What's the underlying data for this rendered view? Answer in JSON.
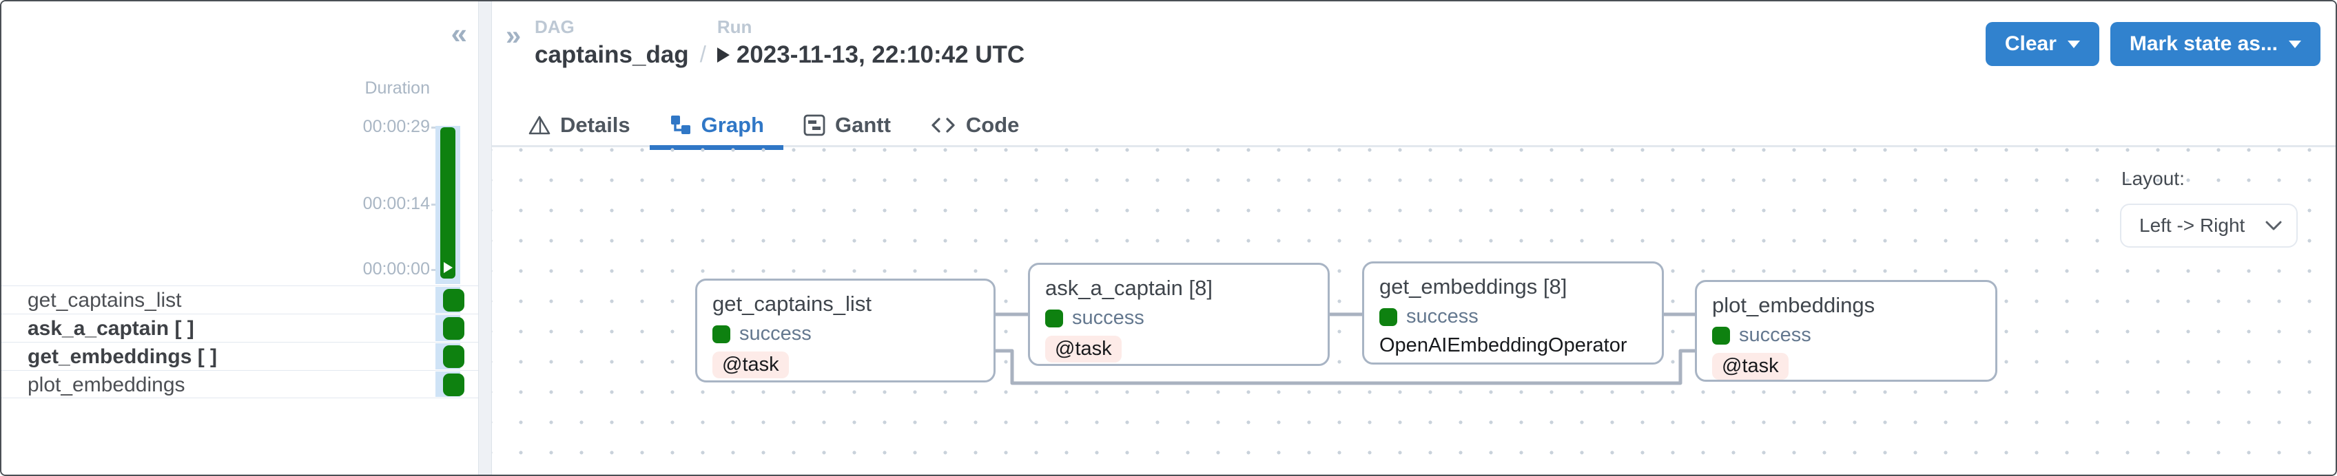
{
  "sidebar": {
    "collapse_icon": "«",
    "duration_label": "Duration",
    "axis_ticks": [
      "00:00:29",
      "00:00:14",
      "00:00:00"
    ],
    "tasks": [
      {
        "name": "get_captains_list",
        "status": "success"
      },
      {
        "name": "ask_a_captain [ ]",
        "status": "success"
      },
      {
        "name": "get_embeddings [ ]",
        "status": "success"
      },
      {
        "name": "plot_embeddings",
        "status": "success"
      }
    ],
    "run_bar": {
      "duration": "00:00:29",
      "state": "success"
    }
  },
  "header": {
    "panel_icon": "»",
    "breadcrumb": {
      "dag_label": "DAG",
      "dag_value": "captains_dag",
      "separator": "/",
      "run_label": "Run",
      "run_value": "2023-11-13, 22:10:42 UTC"
    },
    "clear_button": "Clear",
    "mark_button": "Mark state as..."
  },
  "tabs": [
    {
      "label": "Details",
      "active": false
    },
    {
      "label": "Graph",
      "active": true
    },
    {
      "label": "Gantt",
      "active": false
    },
    {
      "label": "Code",
      "active": false
    }
  ],
  "canvas": {
    "layout_label": "Layout:",
    "layout_value": "Left -> Right",
    "nodes": [
      {
        "title": "get_captains_list",
        "status": "success",
        "badge": "@task"
      },
      {
        "title": "ask_a_captain [8]",
        "status": "success",
        "badge": "@task"
      },
      {
        "title": "get_embeddings [8]",
        "status": "success",
        "badge": "OpenAIEmbeddingOperator"
      },
      {
        "title": "plot_embeddings",
        "status": "success",
        "badge": "@task"
      }
    ],
    "edges": [
      "get_captains_list -> ask_a_captain",
      "ask_a_captain -> get_embeddings",
      "get_embeddings -> plot_embeddings",
      "get_captains_list -> plot_embeddings"
    ]
  },
  "colors": {
    "accent_blue": "#3182ce",
    "tab_active_blue": "#3077c6",
    "success_green": "#0e8110",
    "run_highlight_blue": "#cfe3f6",
    "task_badge_pink": "#fdebe8",
    "edge_gray": "#a9b2c0",
    "node_border": "#a8b4c4"
  }
}
